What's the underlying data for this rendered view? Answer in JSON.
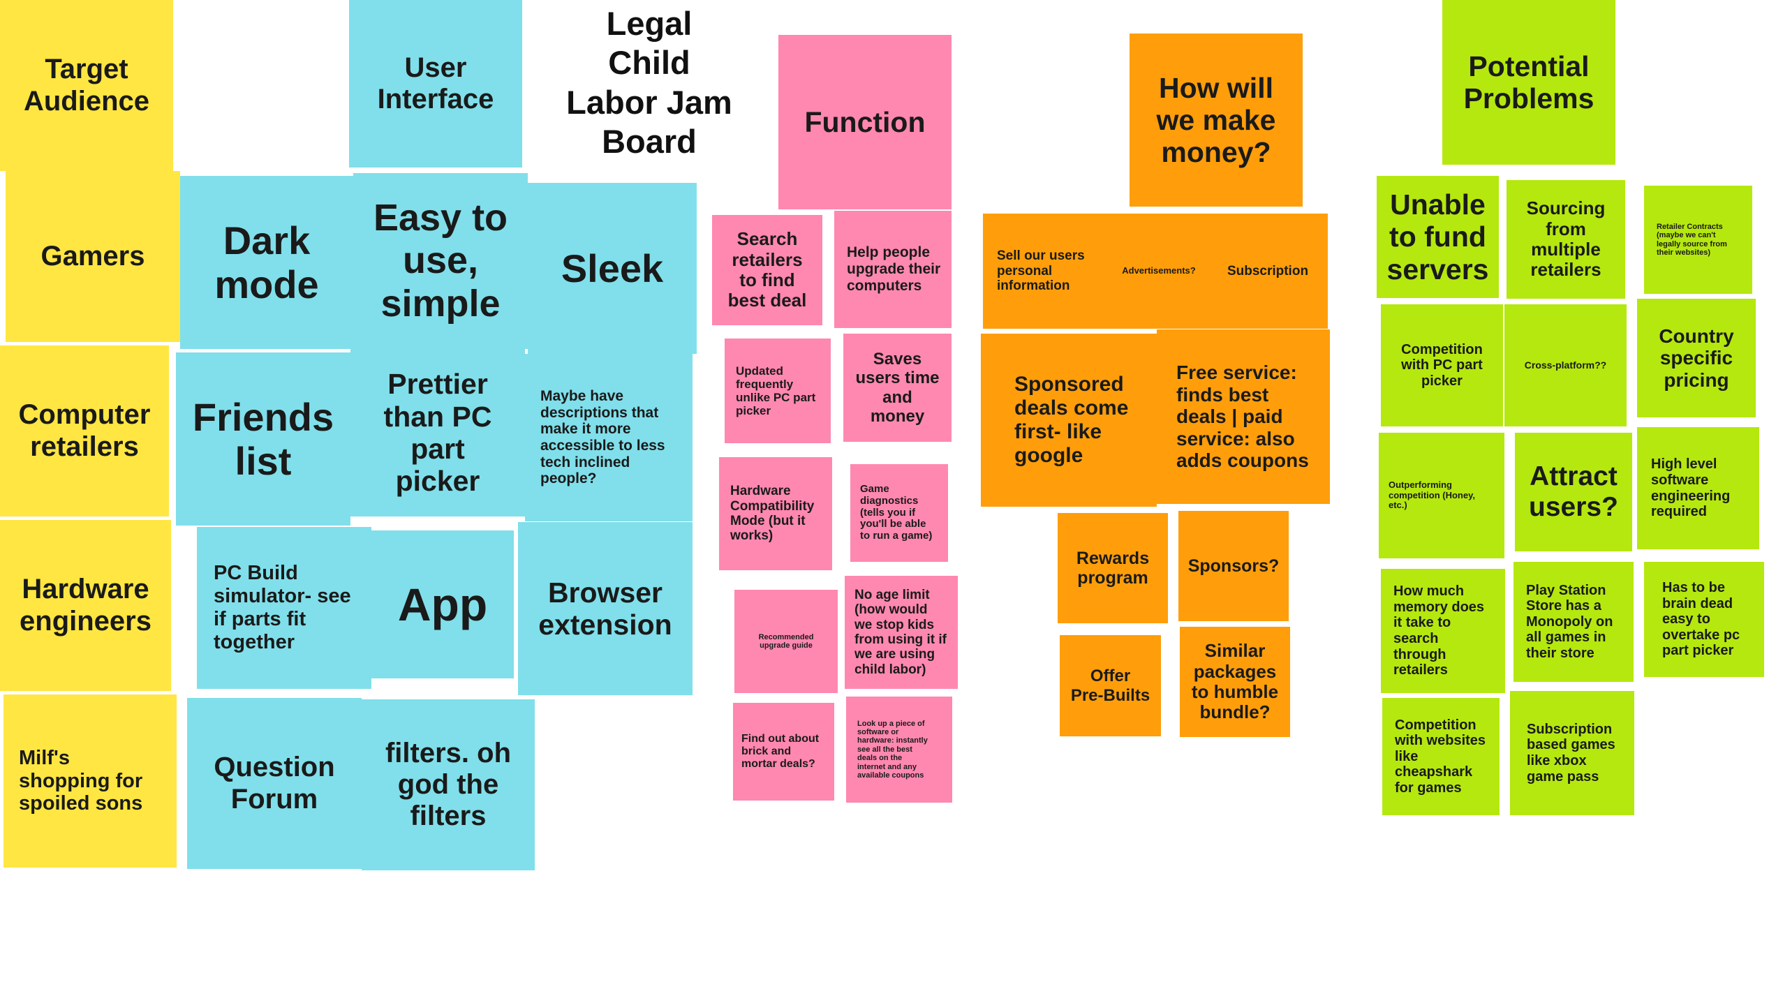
{
  "board_title": "Legal\nChild\nLabor Jam\nBoard",
  "columns": {
    "audience": {
      "header": "Target\nAudience",
      "notes": [
        "Gamers",
        "Computer\nretailers",
        "Hardware\nengineers",
        "Milf's\nshopping for\nspoiled sons"
      ]
    },
    "ui": {
      "header": "User\nInterface",
      "notes": [
        "Dark\nmode",
        "Easy to\nuse,\nsimple",
        "Sleek",
        "Friends\nlist",
        "Prettier\nthan PC\npart\npicker",
        "Maybe have\ndescriptions that\nmake it more\naccessible to less\ntech inclined\npeople?",
        "PC Build\nsimulator- see\nif parts fit\ntogether",
        "App",
        "Browser\nextension",
        "Question\nForum",
        "filters. oh\ngod the\nfilters"
      ]
    },
    "function": {
      "header": "Function",
      "notes": [
        "Search\nretailers\nto find\nbest deal",
        "Help people\nupgrade their\ncomputers",
        "Updated\nfrequently\nunlike PC part\npicker",
        "Saves\nusers time\nand\nmoney",
        "Hardware\nCompatibility\nMode (but it\nworks)",
        "Game\ndiagnostics\n(tells you if\nyou'll be able\nto run a game)",
        "Recommended\nupgrade guide",
        "No age limit\n(how would\nwe stop kids\nfrom using it if\nwe are using\nchild labor)",
        "Find out about\nbrick and\nmortar deals?",
        "Look up a piece of\nsoftware or\nhardware: instantly\nsee all the best\ndeals on the\ninternet and any\navailable coupons"
      ]
    },
    "money": {
      "header": "How will\nwe make\nmoney?",
      "notes": [
        "Sell our users\npersonal\ninformation",
        "Advertisements?",
        "Subscription",
        "Sponsored\ndeals come\nfirst- like\ngoogle",
        "Free service:\nfinds best\ndeals | paid\nservice: also\nadds coupons",
        "Rewards\nprogram",
        "Sponsors?",
        "Offer\nPre-Builts",
        "Similar\npackages\nto humble\nbundle?"
      ]
    },
    "problems": {
      "header": "Potential\nProblems",
      "notes": [
        "Unable\nto fund\nservers",
        "Sourcing\nfrom\nmultiple\nretailers",
        "Retailer Contracts\n(maybe we can't\nlegally source from\ntheir websites)",
        "Competition\nwith PC part\npicker",
        "Cross-platform??",
        "Country\nspecific\npricing",
        "Outperforming\ncompetition (Honey,\netc.)",
        "Attract\nusers?",
        "High level\nsoftware\nengineering\nrequired",
        "How much\nmemory does\nit take to\nsearch\nthrough\nretailers",
        "Play Station\nStore has a\nMonopoly on\nall games in\ntheir store",
        "Has to be\nbrain dead\neasy to\novertake pc\npart picker",
        "Competition\nwith websites\nlike\ncheapshark\nfor games",
        "Subscription\nbased games\nlike xbox\ngame pass"
      ]
    }
  },
  "colors": {
    "yellow": "#ffe642",
    "blue": "#80dfea",
    "pink": "#ff88b0",
    "orange": "#ff9e0a",
    "green": "#b5e80f"
  }
}
